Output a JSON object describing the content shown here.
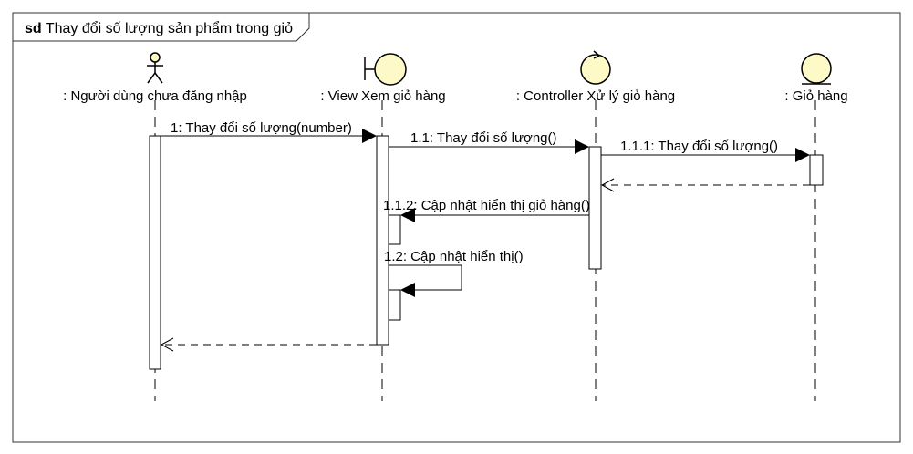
{
  "frame": {
    "keyword": "sd",
    "name": "Thay đổi số lượng sản phẩm trong giỏ"
  },
  "participants": [
    {
      "id": "user",
      "kind": "actor",
      "label": ": Người dùng chưa đăng nhập"
    },
    {
      "id": "view",
      "kind": "boundary",
      "label": ": View Xem giỏ hàng"
    },
    {
      "id": "controller",
      "kind": "control",
      "label": ": Controller Xử lý giỏ hàng"
    },
    {
      "id": "cart",
      "kind": "entity",
      "label": ": Giỏ hàng"
    }
  ],
  "messages": [
    {
      "label": "1: Thay đổi số lượng(number)",
      "from": "user",
      "to": "view",
      "type": "sync"
    },
    {
      "label": "1.1: Thay đổi số lượng()",
      "from": "view",
      "to": "controller",
      "type": "sync"
    },
    {
      "label": "1.1.1: Thay đổi số lượng()",
      "from": "controller",
      "to": "cart",
      "type": "sync"
    },
    {
      "label": "",
      "from": "cart",
      "to": "controller",
      "type": "return"
    },
    {
      "label": "1.1.2: Cập nhật hiển thị giỏ hàng()",
      "from": "controller",
      "to": "view",
      "type": "sync"
    },
    {
      "label": "1.2: Cập nhật hiển thị()",
      "from": "view",
      "to": "view",
      "type": "self"
    },
    {
      "label": "",
      "from": "view",
      "to": "user",
      "type": "return"
    }
  ],
  "colors": {
    "participant_fill": "#fdfac8",
    "line": "#000000",
    "frame_border": "#333333"
  }
}
